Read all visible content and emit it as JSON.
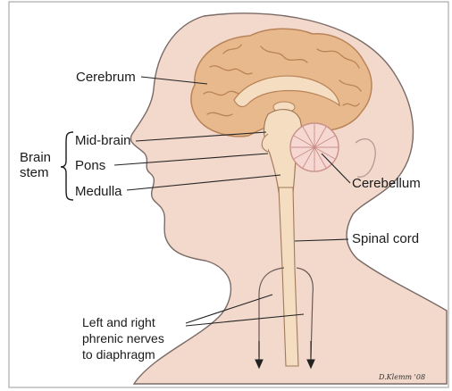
{
  "labels": {
    "cerebrum": "Cerebrum",
    "brain_stem_line1": "Brain",
    "brain_stem_line2": "stem",
    "mid_brain": "Mid-brain",
    "pons": "Pons",
    "medulla": "Medulla",
    "cerebellum": "Cerebellum",
    "spinal_cord": "Spinal cord",
    "phrenic_line1": "Left and right",
    "phrenic_line2": "phrenic nerves",
    "phrenic_line3": "to diaphragm"
  },
  "signature": "D.Klemm '08",
  "colors": {
    "skin": "#f2d9cc",
    "outline": "#7a6a66",
    "cerebrum": "#e8b98c",
    "cerebrum_dark": "#b98358",
    "spinal": "#f4ddc0",
    "cerebellum": "#f6d7d2",
    "cerebellum_lines": "#c9908a",
    "leader": "#222222"
  }
}
